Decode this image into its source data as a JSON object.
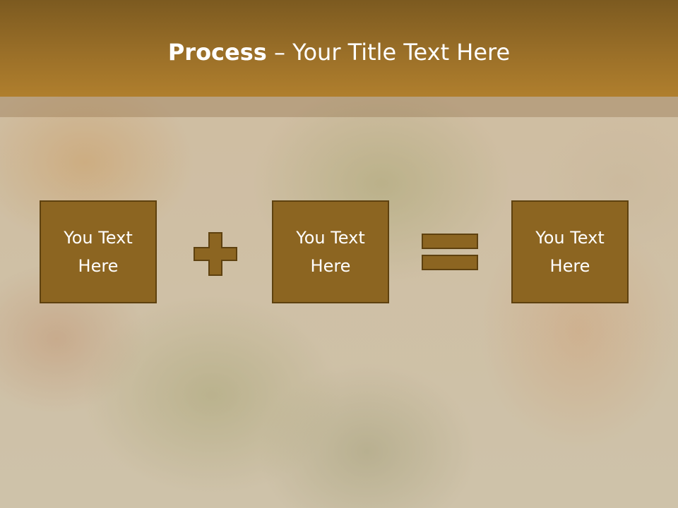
{
  "slide": {
    "title_bold": "Process",
    "title_rest": " – Your Title Text Here"
  },
  "process": {
    "step1": "You Text Here",
    "operator1": "plus-icon",
    "step2": "You Text Here",
    "operator2": "equals-icon",
    "step3": "You Text Here"
  },
  "colors": {
    "header": "#9a6f28",
    "box_fill": "#8c6521",
    "box_border": "#5e410f",
    "text": "#ffffff"
  }
}
